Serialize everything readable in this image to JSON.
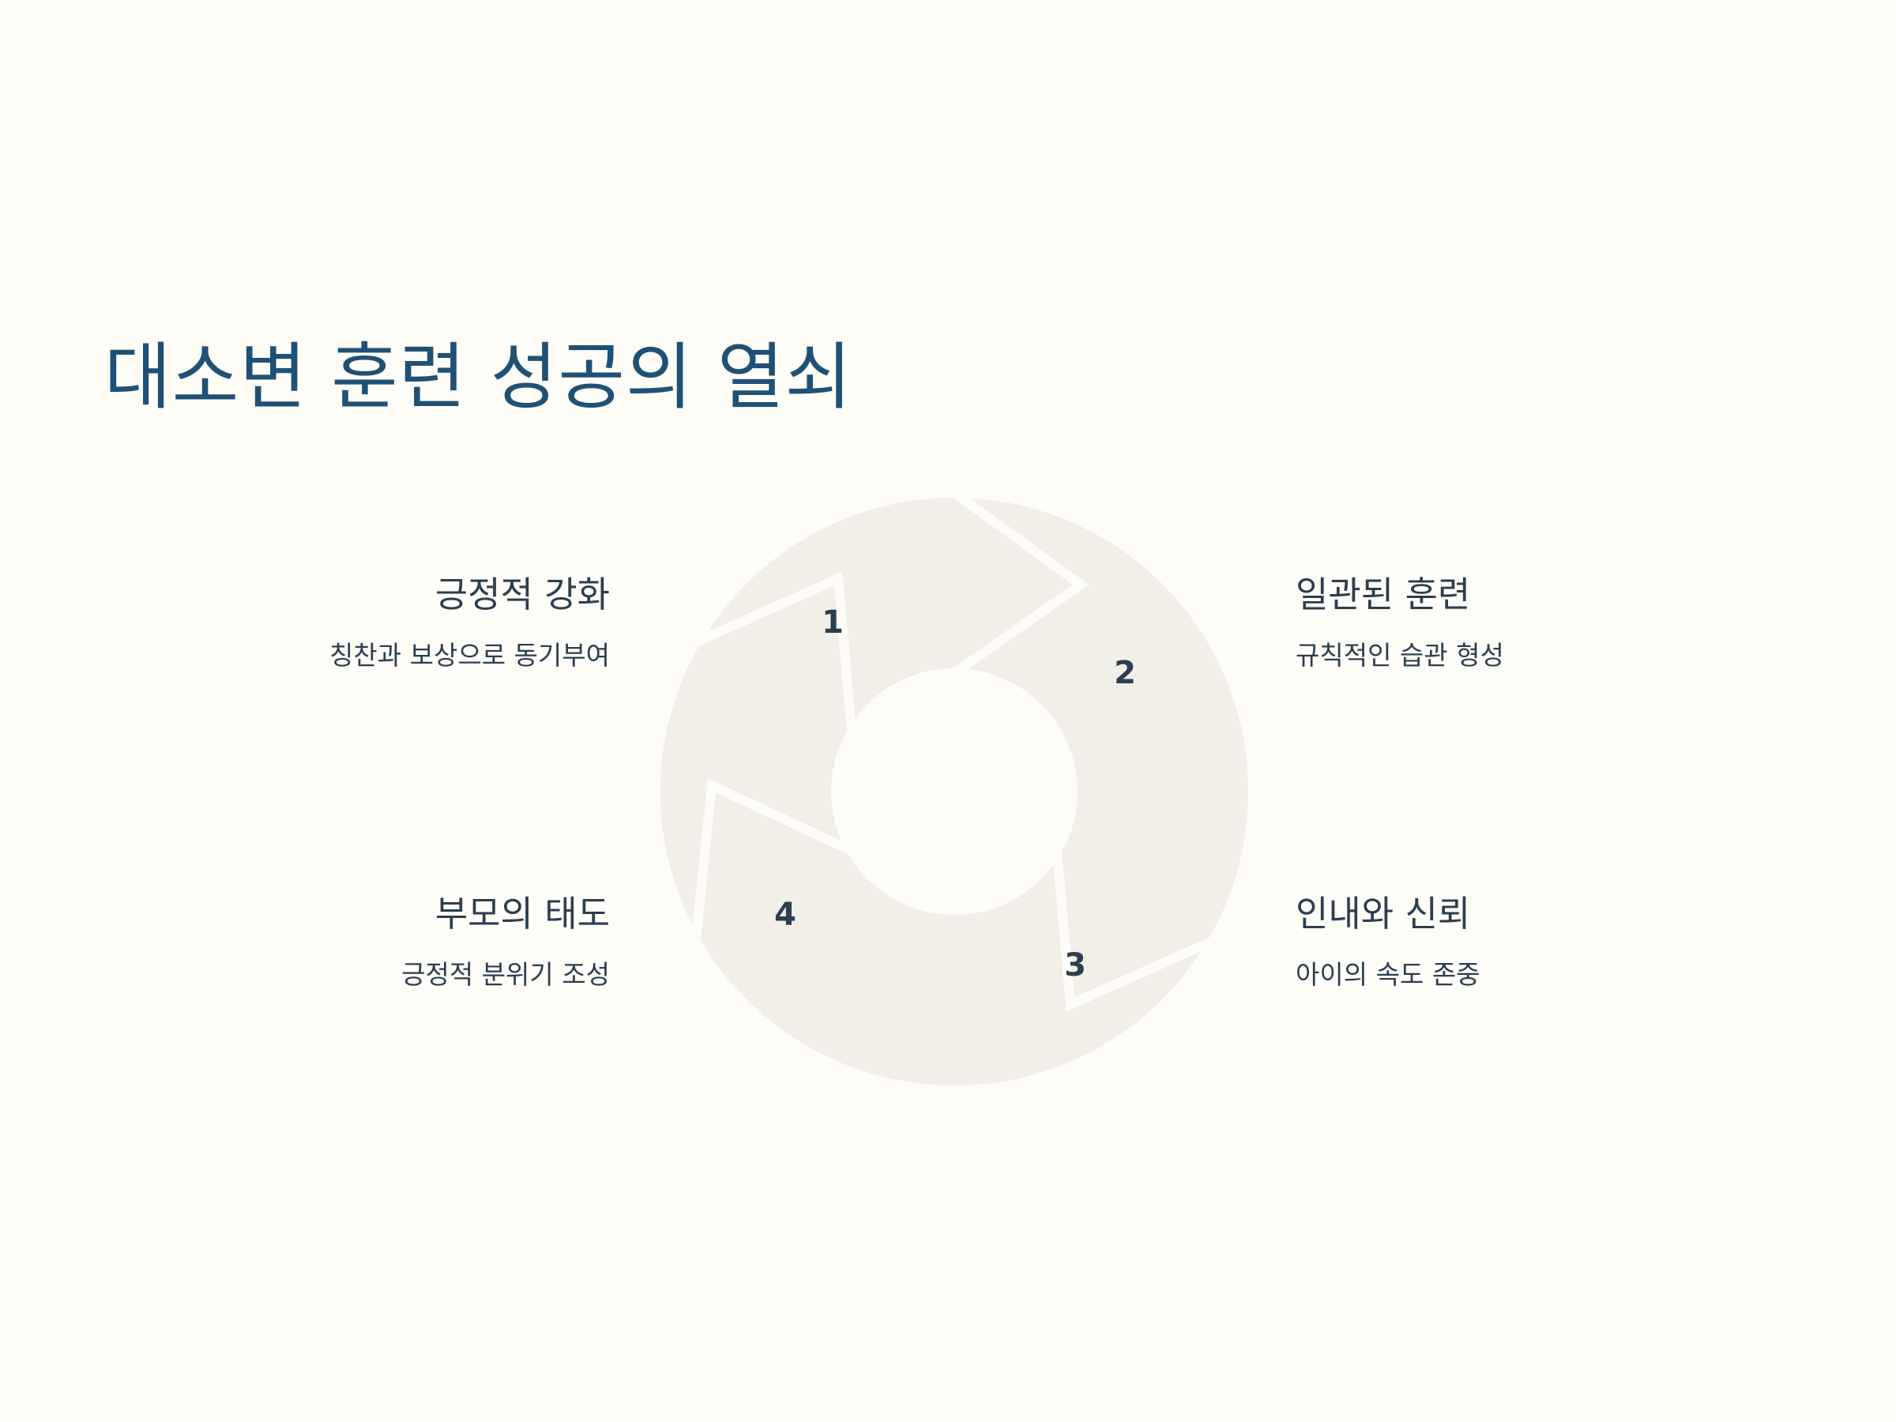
{
  "title": "대소변 훈련 성공의 열쇠",
  "colors": {
    "background": "#FEFDF7",
    "title": "#1F5176",
    "text": "#2C3E50",
    "segment_fill": "#F1EFE7",
    "segment_border": "#FEFDF7"
  },
  "segments": [
    {
      "number": "1",
      "title": "긍정적 강화",
      "description": "칭찬과 보상으로 동기부여"
    },
    {
      "number": "2",
      "title": "일관된 훈련",
      "description": "규칙적인 습관 형성"
    },
    {
      "number": "3",
      "title": "인내와 신뢰",
      "description": "아이의 속도 존중"
    },
    {
      "number": "4",
      "title": "부모의 태도",
      "description": "긍정적 분위기 조성"
    }
  ]
}
